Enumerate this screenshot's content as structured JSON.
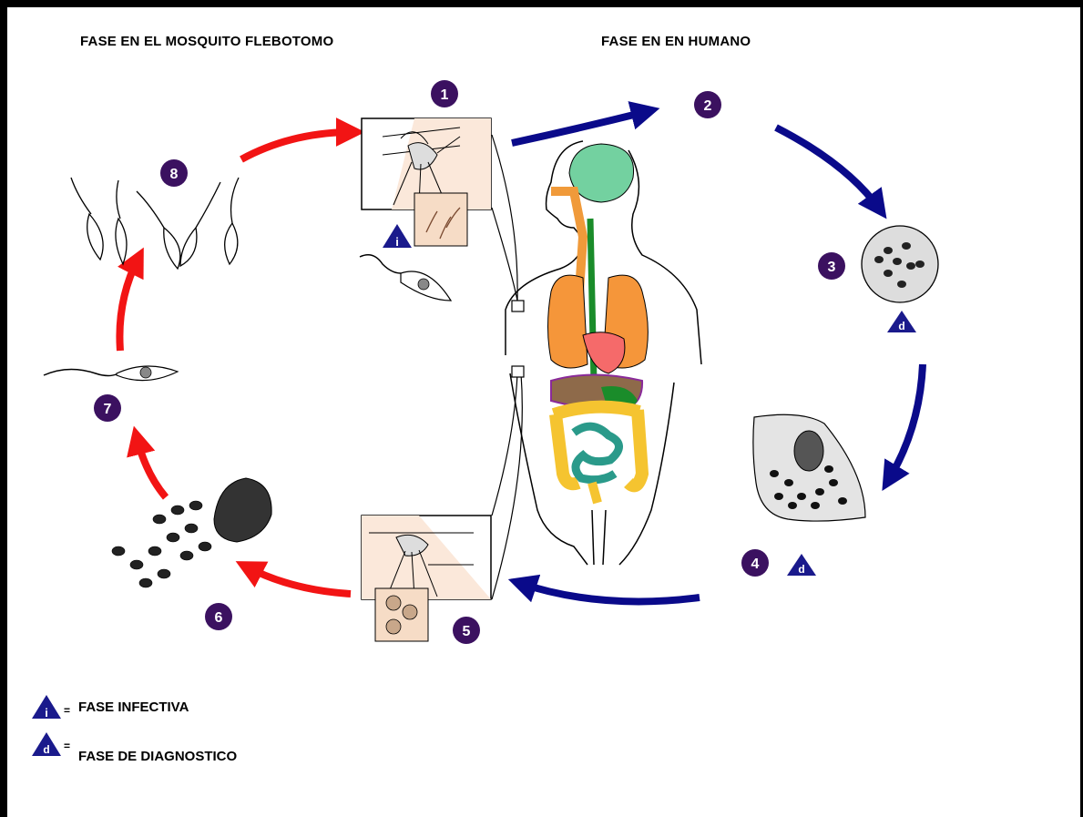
{
  "headers": {
    "mosquito_phase": "FASE EN EL MOSQUITO FLEBOTOMO",
    "human_phase": "FASE EN EN HUMANO"
  },
  "steps": [
    "1",
    "2",
    "3",
    "4",
    "5",
    "6",
    "7",
    "8"
  ],
  "markers": {
    "infective_letter": "i",
    "diagnostic_letter": "d"
  },
  "legend": {
    "infective_sign": "=",
    "infective_label": "FASE INFECTIVA",
    "diagnostic_sign": "=",
    "diagnostic_label": "FASE DE DIAGNOSTICO"
  },
  "colors": {
    "step_circle": "#3b1160",
    "marker_triangle": "#1a1a8c",
    "human_arrow": "#0a0a8a",
    "mosquito_arrow": "#f21414"
  },
  "icons": [
    "sandfly-bite-icon",
    "promastigote-icon",
    "amastigote-icon",
    "macrophage-icon",
    "human-anatomy-icon"
  ]
}
